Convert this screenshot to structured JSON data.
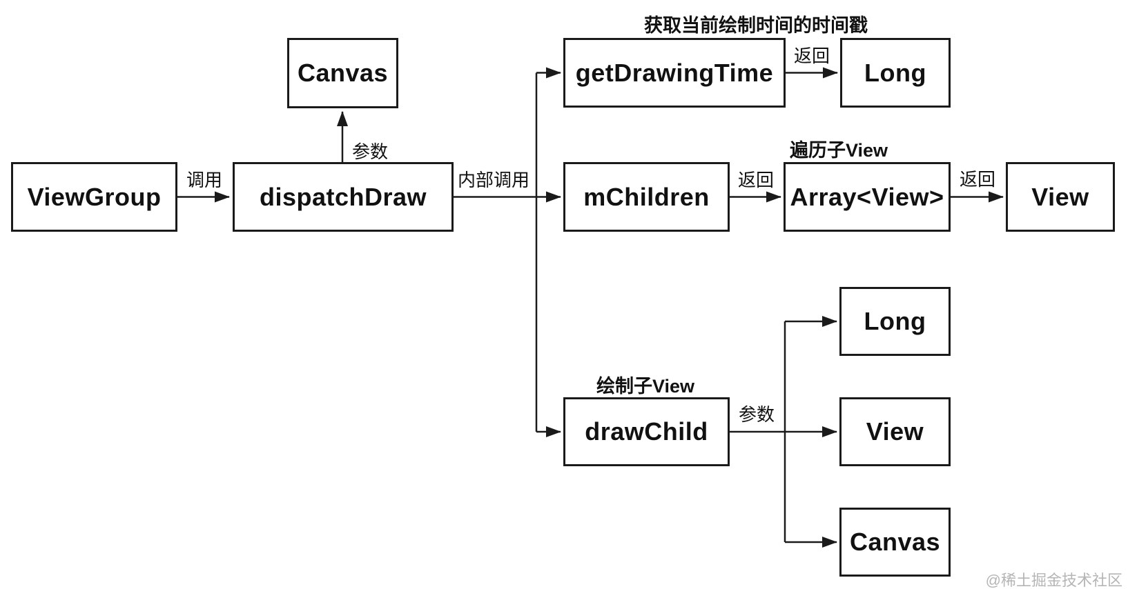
{
  "nodes": {
    "viewgroup": {
      "label": "ViewGroup"
    },
    "dispatchdraw": {
      "label": "dispatchDraw"
    },
    "canvas_top": {
      "label": "Canvas"
    },
    "getdrawingtime": {
      "label": "getDrawingTime"
    },
    "long_top": {
      "label": "Long"
    },
    "mchildren": {
      "label": "mChildren"
    },
    "array_view": {
      "label": "Array<View>"
    },
    "view_mid": {
      "label": "View"
    },
    "drawchild": {
      "label": "drawChild"
    },
    "long_bottom": {
      "label": "Long"
    },
    "view_bottom": {
      "label": "View"
    },
    "canvas_bottom": {
      "label": "Canvas"
    }
  },
  "edge_labels": {
    "call": "调用",
    "param_canvas": "参数",
    "internal_call": "内部调用",
    "return_long": "返回",
    "return_array": "返回",
    "return_view": "返回",
    "param_drawchild": "参数"
  },
  "captions": {
    "get_drawing_time": "获取当前绘制时间的时间戳",
    "traverse_child_view": "遍历子View",
    "draw_child_view": "绘制子View"
  },
  "watermark": "@稀土掘金技术社区",
  "colors": {
    "background": "#ffffff",
    "line": "#1a1a1a",
    "text": "#111111",
    "watermark": "#b5b5b5"
  }
}
